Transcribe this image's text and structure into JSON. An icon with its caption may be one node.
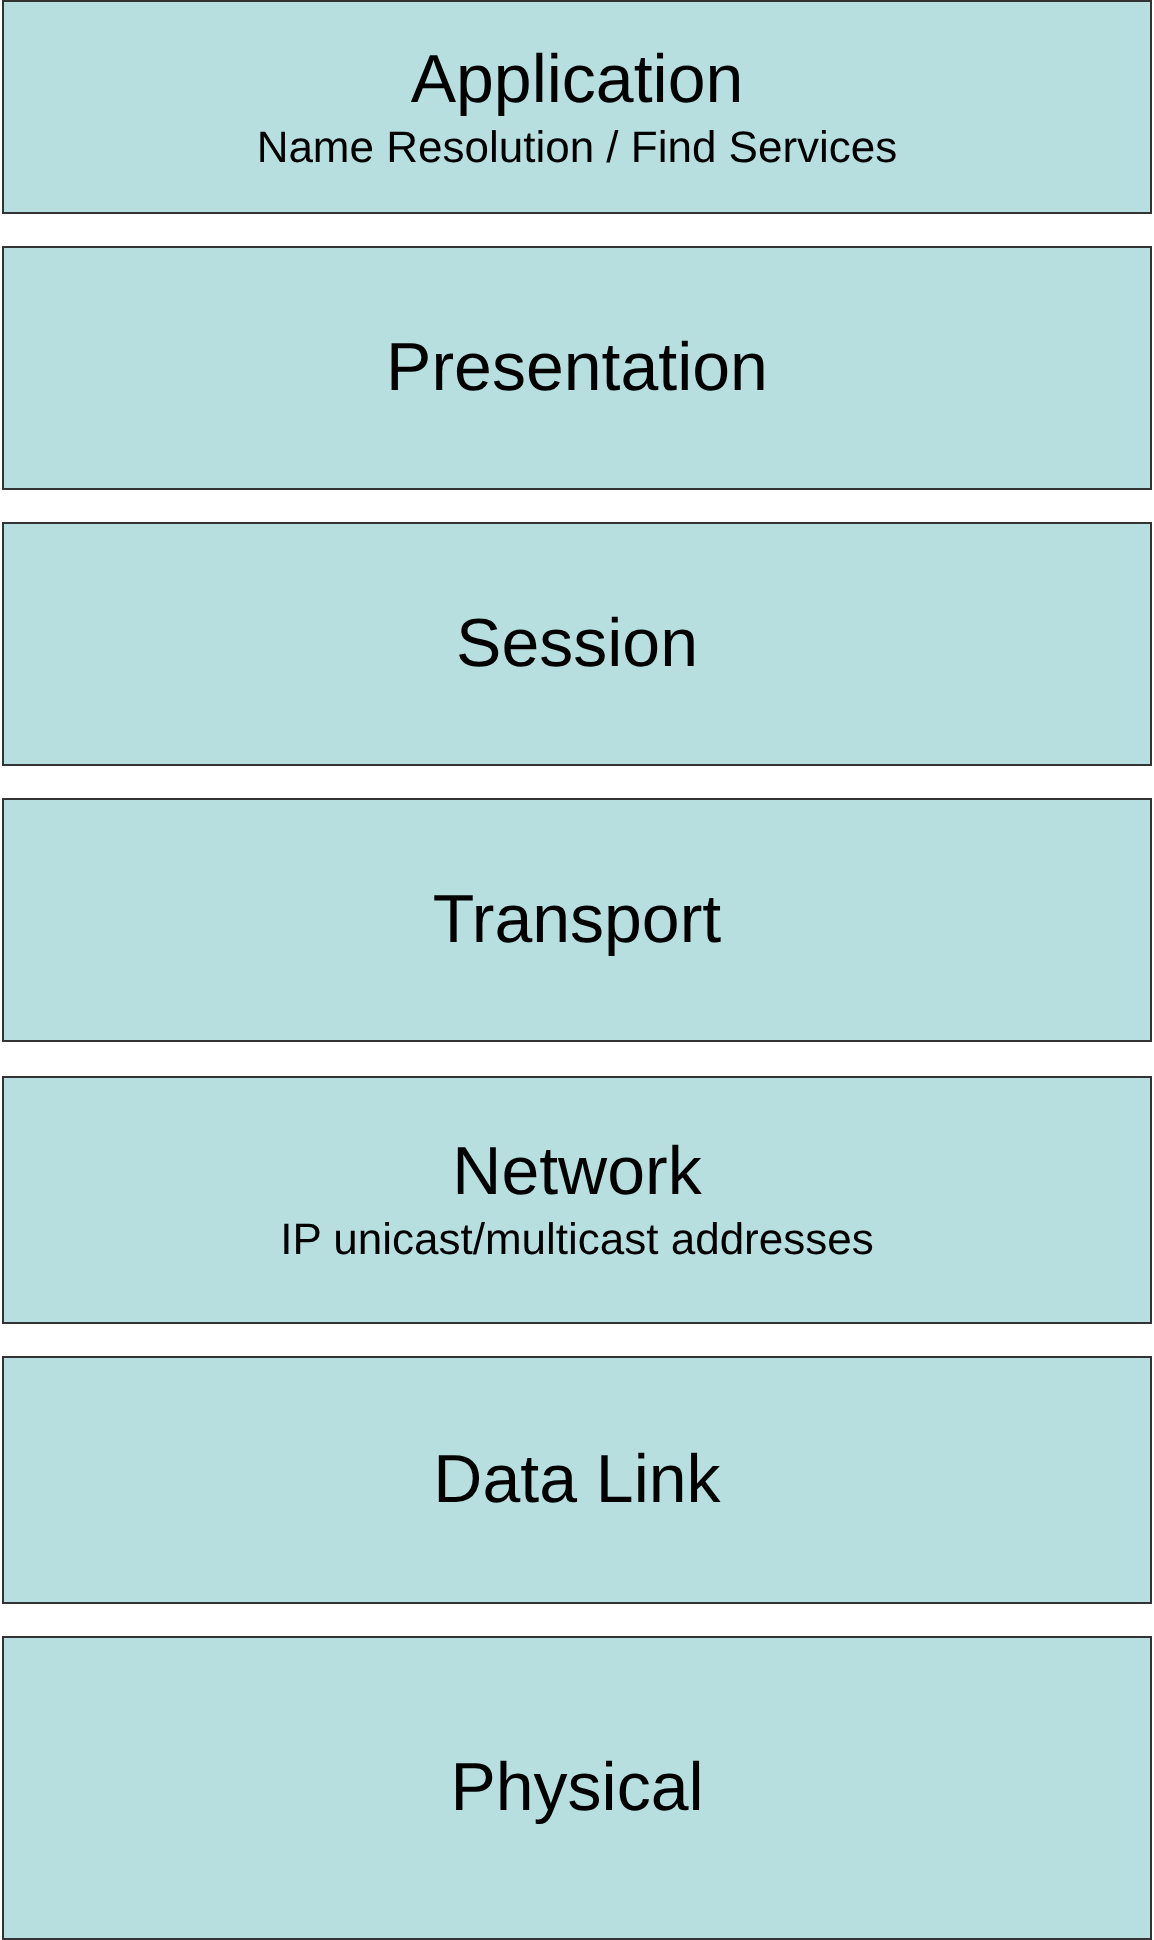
{
  "diagram": {
    "nodes": [
      {
        "text": [
          "Application",
          "Name Resolution / Find Services"
        ]
      },
      {
        "text": [
          "Presentation"
        ]
      },
      {
        "text": [
          "Session"
        ]
      },
      {
        "text": [
          "Transport"
        ]
      },
      {
        "text": [
          "Network",
          "IP unicast/multicast addresses"
        ]
      },
      {
        "text": [
          "Data Link"
        ]
      },
      {
        "text": [
          "Physical"
        ]
      }
    ]
  }
}
